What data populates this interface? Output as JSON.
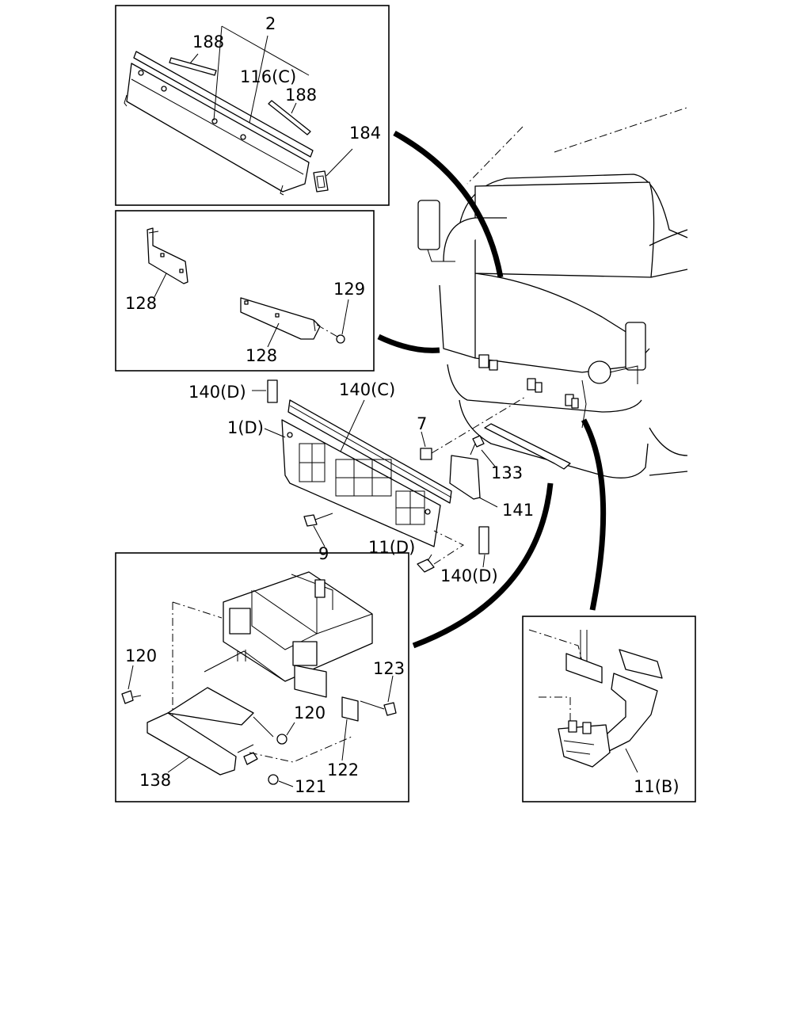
{
  "labels": {
    "l2": "2",
    "l188a": "188",
    "l116c": "116(C)",
    "l188b": "188",
    "l184": "184",
    "l128a": "128",
    "l128b": "128",
    "l129": "129",
    "l140d_top": "140(D)",
    "l140c": "140(C)",
    "l1d": "1(D)",
    "l7": "7",
    "l133": "133",
    "l141": "141",
    "l9": "9",
    "l11d": "11(D)",
    "l140d_bot": "140(D)",
    "l120a": "120",
    "l123": "123",
    "l120b": "120",
    "l122": "122",
    "l138": "138",
    "l121": "121",
    "l11b": "11(B)"
  }
}
